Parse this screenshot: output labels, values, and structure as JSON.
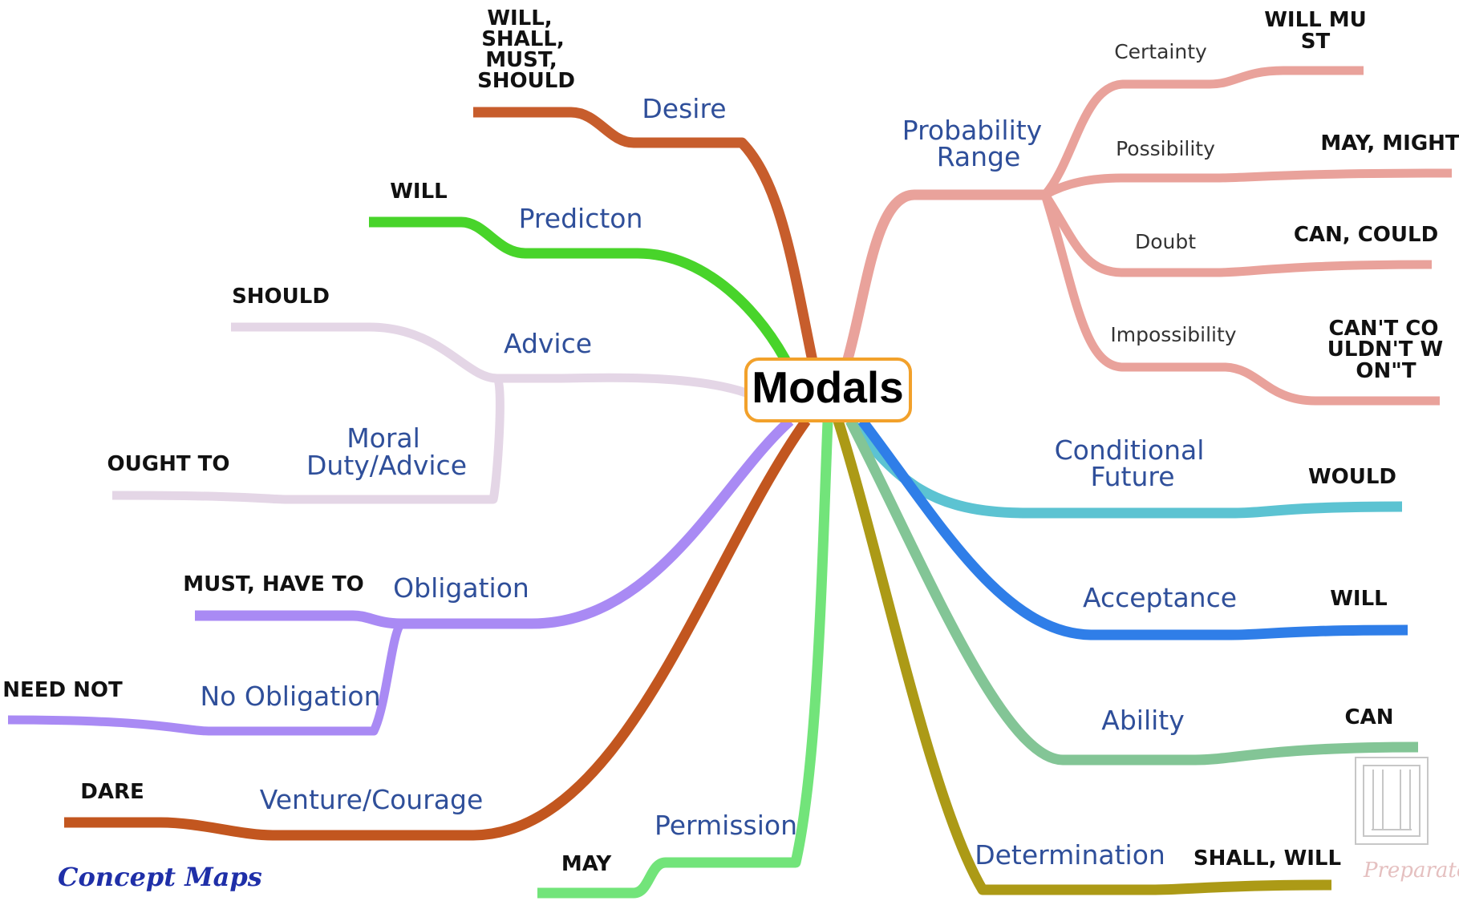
{
  "center": {
    "label": "Modals"
  },
  "branches": {
    "desire": {
      "label": "Desire",
      "modal": [
        "WILL,",
        "SHALL,",
        "MUST,",
        "SHOULD"
      ],
      "color": "#c75d2c"
    },
    "prediction": {
      "label": "Predicton",
      "modal": "WILL",
      "color": "#48d42a"
    },
    "advice": {
      "label": "Advice",
      "modal": "SHOULD",
      "color": "#e4d6e6"
    },
    "moral": {
      "label": [
        "Moral",
        "Duty/Advice"
      ],
      "modal": "OUGHT TO",
      "color": "#e4d6e6"
    },
    "obligation": {
      "label": "Obligation",
      "modal": "MUST, HAVE TO",
      "color": "#a98af4"
    },
    "no_obligation": {
      "label": "No Obligation",
      "modal": "NEED NOT",
      "color": "#a98af4"
    },
    "venture": {
      "label": "Venture/Courage",
      "modal": "DARE",
      "color": "#c2561f"
    },
    "permission": {
      "label": "Permission",
      "modal": "MAY",
      "color": "#72e47a"
    },
    "probability": {
      "label": [
        "Probability",
        "Range"
      ],
      "color": "#e9a29b"
    },
    "certainty": {
      "label": "Certainty",
      "modal": [
        "WILL MU",
        "ST"
      ]
    },
    "possibility": {
      "label": "Possibility",
      "modal": "MAY, MIGHT"
    },
    "doubt": {
      "label": "Doubt",
      "modal": "CAN, COULD"
    },
    "impossibility": {
      "label": "Impossibility",
      "modal": [
        "CAN'T CO",
        "ULDN'T W",
        "ON\"T"
      ]
    },
    "conditional": {
      "label": [
        "Conditional",
        "Future"
      ],
      "modal": "WOULD",
      "color": "#5cc3d2"
    },
    "acceptance": {
      "label": "Acceptance",
      "modal": "WILL",
      "color": "#2f7ee8"
    },
    "ability": {
      "label": "Ability",
      "modal": "CAN",
      "color": "#83c596"
    },
    "determination": {
      "label": "Determination",
      "modal": "SHALL, WILL",
      "color": "#ac9a16"
    }
  },
  "footer": {
    "logo": "Concept Maps",
    "watermark": "Preparato"
  },
  "colors": {
    "center_border": "#f2a12b",
    "label_blue": "#2f4f9a"
  }
}
